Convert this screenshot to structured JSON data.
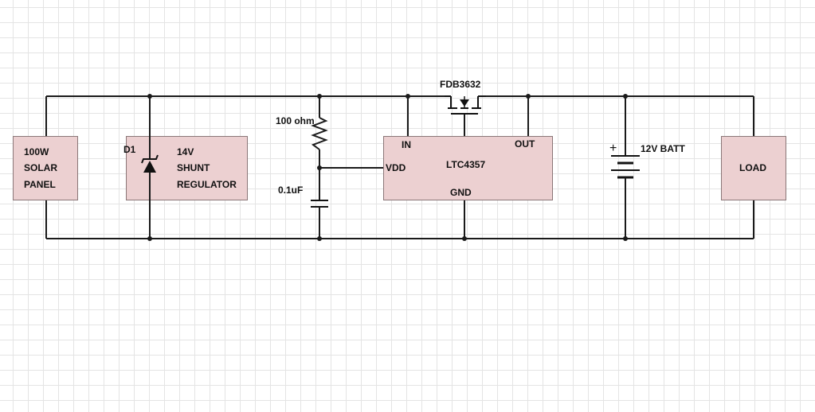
{
  "components": {
    "solar_panel": {
      "lines": [
        "100W",
        "SOLAR",
        "PANEL"
      ]
    },
    "shunt_regulator": {
      "ref": "D1",
      "lines": [
        "14V",
        "SHUNT",
        "REGULATOR"
      ]
    },
    "resistor": {
      "label": "100 ohm"
    },
    "capacitor": {
      "label": "0.1uF"
    },
    "controller": {
      "name": "LTC4357",
      "pin_in": "IN",
      "pin_out": "OUT",
      "pin_vdd": "VDD",
      "pin_gnd": "GND"
    },
    "mosfet": {
      "label": "FDB3632"
    },
    "battery": {
      "label": "12V BATT",
      "polarity": "+"
    },
    "load": {
      "label": "LOAD"
    }
  },
  "colors": {
    "block_fill": "#ecd0d1",
    "wire": "#1a1a1a",
    "grid": "#e4e4e4"
  }
}
